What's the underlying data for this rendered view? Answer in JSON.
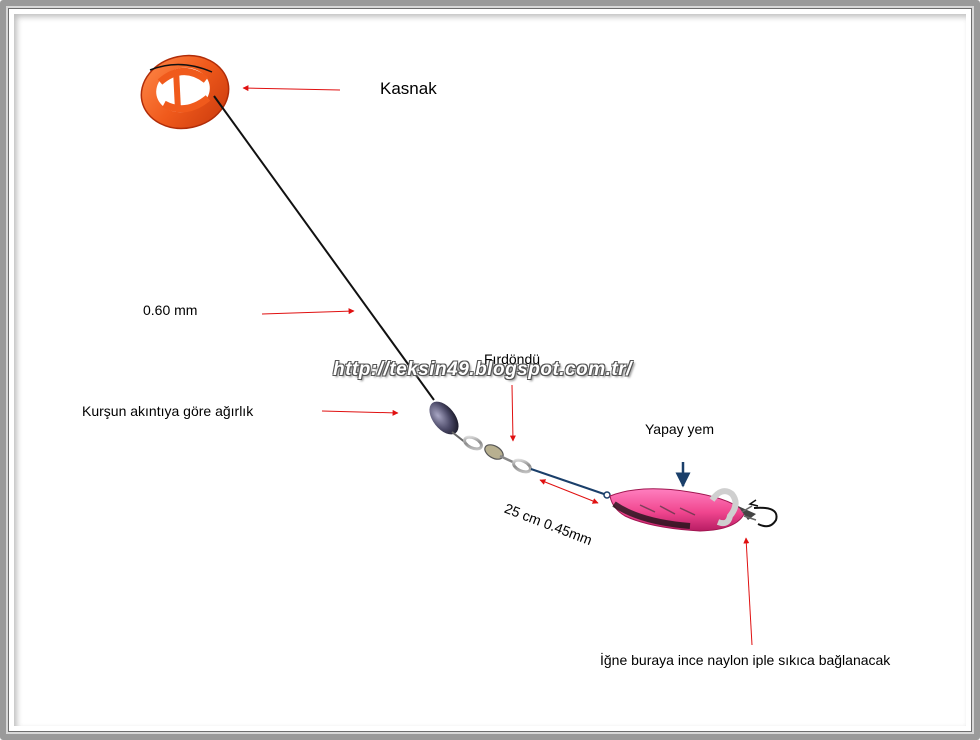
{
  "labels": {
    "reel": "Kasnak",
    "main_line": "0.60 mm",
    "weight": "Kurşun akıntıya göre ağırlık",
    "swivel": "Fırdöndü",
    "lure": "Yapay  yem",
    "leader": "25 cm 0.45mm",
    "hook_note": "İğne buraya ince naylon iple sıkıca bağlanacak"
  },
  "watermark": "http://teksin49.blogspot.com.tr/",
  "colors": {
    "arrow": "#e01010",
    "reel": "#f05a1c",
    "lure": "#f0509a",
    "leader": "#1a3f6a"
  }
}
